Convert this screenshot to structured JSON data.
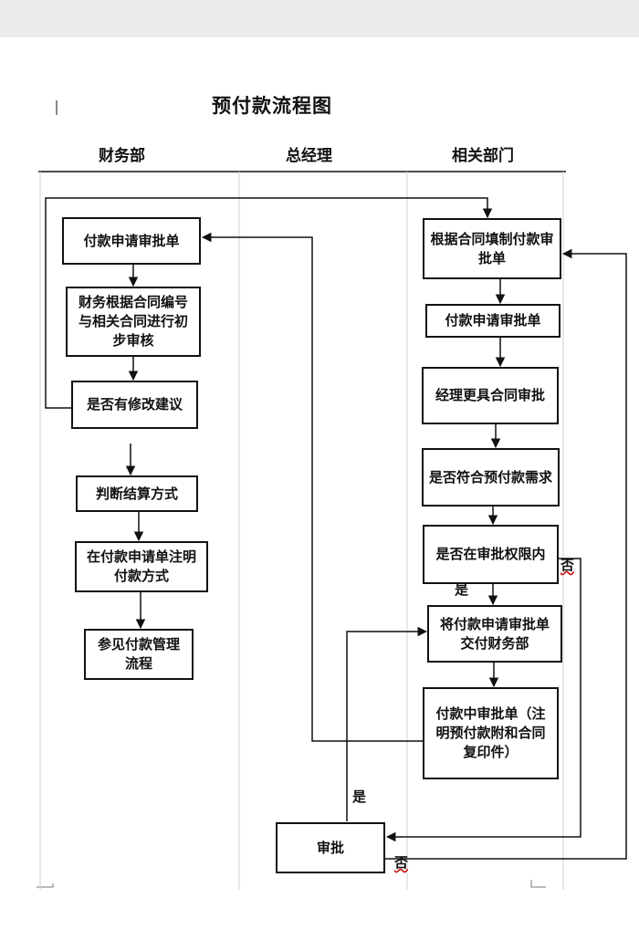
{
  "title": "预付款流程图",
  "columns": {
    "finance": "财务部",
    "gm": "总经理",
    "dept": "相关部门"
  },
  "nodes": {
    "f_apply": "付款申请审批单",
    "f_review": "财务根据合同编号与相关合同进行初步审核",
    "f_modify": "是否有修改建议",
    "f_settle": "判断结算方式",
    "f_note": "在付款申请单注明付款方式",
    "f_ref": "参见付款管理流程",
    "d_fill": "根据合同填制付款审批单",
    "d_apply": "付款申请审批单",
    "d_mgr": "经理更具合同审批",
    "d_meet": "是否符合预付款需求",
    "d_limit": "是否在审批权限内",
    "d_submit": "将付款申请审批单交付财务部",
    "d_pay": "付款中审批单（注明预付款附和合同复印件）",
    "gm_approve": "审批"
  },
  "labels": {
    "yes_limit": "是",
    "no_limit": "否",
    "yes_approve": "是",
    "no_approve": "否"
  },
  "colors": {
    "line": "#111111",
    "lane": "#cfcfcf",
    "error_underline": "#cc0000"
  }
}
